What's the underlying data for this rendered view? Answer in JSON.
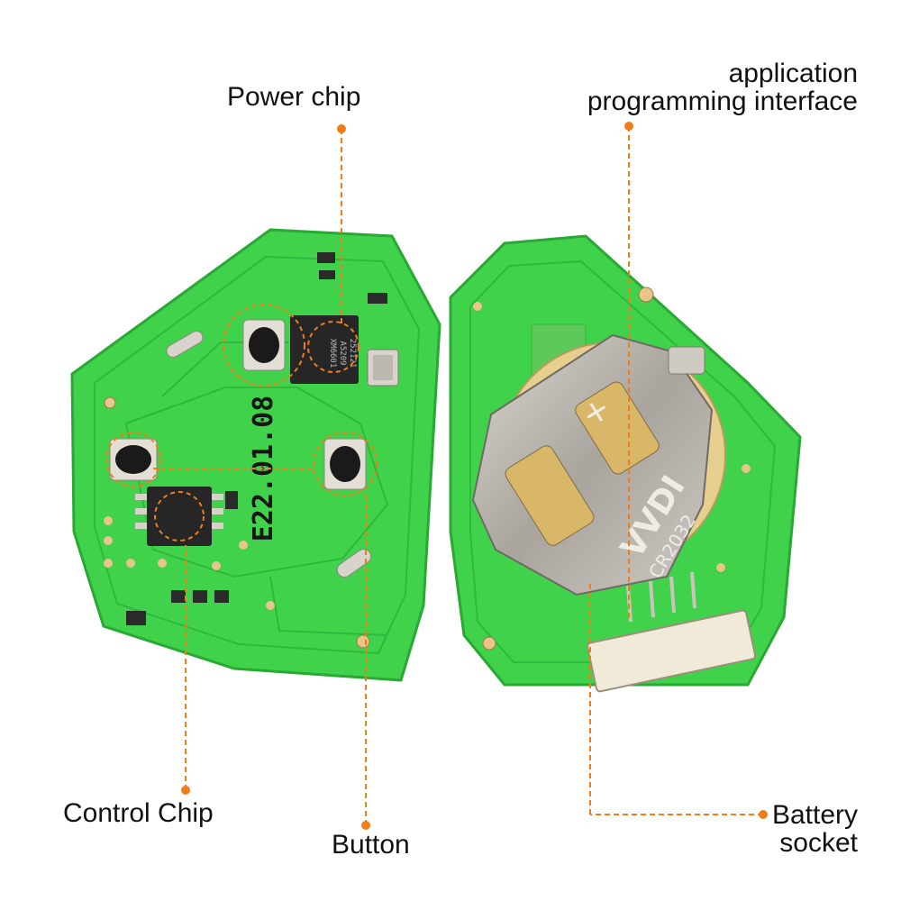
{
  "labels": {
    "power_chip": "Power chip",
    "api_line1": "application",
    "api_line2": "programming interface",
    "control_chip": "Control Chip",
    "button": "Button",
    "battery_line1": "Battery",
    "battery_line2": "socket"
  },
  "board_text": {
    "date_code": "E22.01.08",
    "battery_brand": "VVDI",
    "battery_model": "CR2032",
    "power_chip_marking_1": "XM6601",
    "power_chip_marking_2": "A5209",
    "power_chip_marking_3": "252121"
  },
  "colors": {
    "pcb": "#3fd24a",
    "pcb_trace": "#2fb83b",
    "leader": "#f07d1a",
    "metal": "#b9b4ad",
    "pad": "#e9c58a"
  }
}
